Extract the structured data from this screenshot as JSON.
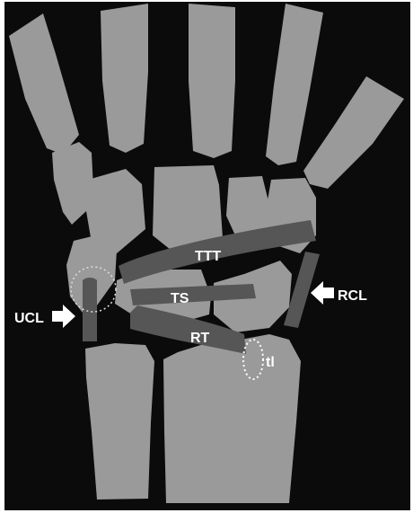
{
  "labels": {
    "ttt": "TTT",
    "ts": "TS",
    "rt": "RT",
    "tl": "tl",
    "ucl": "UCL",
    "rcl": "RCL"
  },
  "colors": {
    "background": "#0b0b0b",
    "bone": "#9a9a9a",
    "ligament": "#565656",
    "label": "#ffffff",
    "marker": "#ffffff"
  },
  "icons": [
    "arrow-right-icon",
    "arrow-left-icon"
  ]
}
